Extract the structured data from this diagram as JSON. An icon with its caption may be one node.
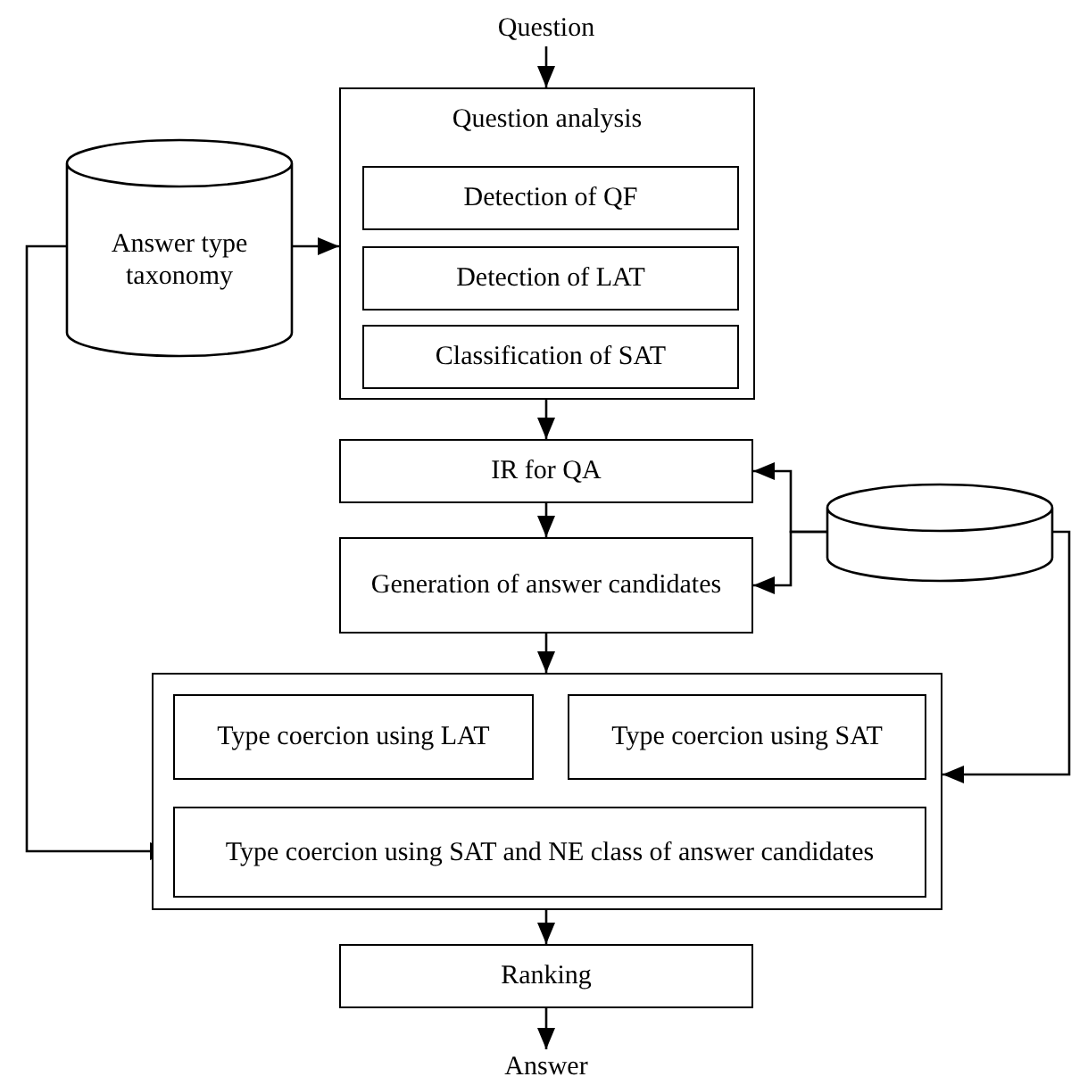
{
  "diagram": {
    "nodes": [
      {
        "text": [
          "Question"
        ]
      },
      {
        "text": [
          "Question analysis"
        ]
      },
      {
        "text": [
          "Detection of QF"
        ],
        "in": 1
      },
      {
        "text": [
          "Detection of LAT"
        ],
        "in": 1
      },
      {
        "text": [
          "Classification of SAT"
        ],
        "in": 1
      },
      {
        "text": [
          "Answer type taxonomy"
        ]
      },
      {
        "text": [
          "IR for QA"
        ]
      },
      {
        "text": [],
        "shape": "cylinder"
      },
      {
        "text": [
          "Generation of answer candidates"
        ]
      },
      {
        "text": [],
        "shape": "box"
      },
      {
        "text": [
          "Type coercion using LAT"
        ],
        "in": 9
      },
      {
        "text": [
          "Type coercion using SAT"
        ],
        "in": 9
      },
      {
        "text": [
          "Type coercion using SAT and NE class of answer candidates"
        ],
        "in": 9
      },
      {
        "text": [
          "Ranking"
        ]
      },
      {
        "text": [
          "Answer"
        ]
      }
    ],
    "edges": [
      {
        "from": 0,
        "to": 1,
        "arrow": "to"
      },
      {
        "from": 5,
        "to": 1,
        "arrow": "to"
      },
      {
        "from": 5,
        "to": 12,
        "arrow": "to"
      },
      {
        "from": 1,
        "to": 6,
        "arrow": "to"
      },
      {
        "from": 7,
        "to": 6,
        "arrow": "to"
      },
      {
        "from": 7,
        "to": 8,
        "arrow": "to"
      },
      {
        "from": 6,
        "to": 8,
        "arrow": "to"
      },
      {
        "from": 8,
        "to": 9,
        "arrow": "to"
      },
      {
        "from": 7,
        "to": 9,
        "arrow": "to"
      },
      {
        "from": 9,
        "to": 13,
        "arrow": "to"
      },
      {
        "from": 13,
        "to": 14,
        "arrow": "to"
      }
    ]
  }
}
